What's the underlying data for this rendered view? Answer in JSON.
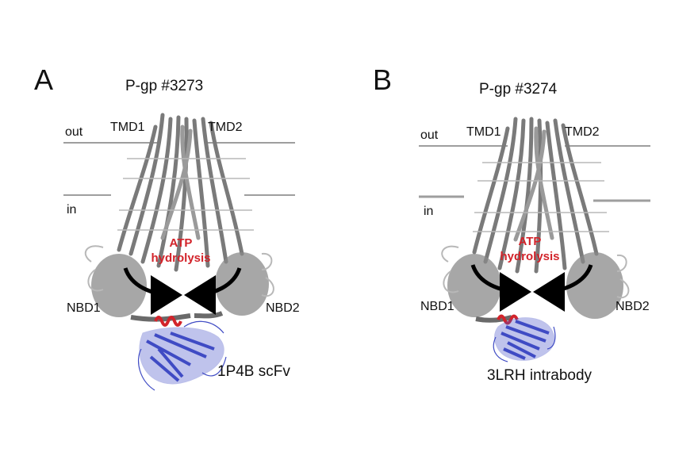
{
  "colors": {
    "protein": "#7a7a7a",
    "protein_light": "#b8b8b8",
    "membrane": "#9e9e9e",
    "antibody": "#3f4bc4",
    "helix_red": "#d2232a",
    "atp_text": "#d2232a",
    "arrow": "#000000"
  },
  "panels": [
    {
      "letter": "A",
      "title": "P-gp #3273",
      "out_label": "out",
      "in_label": "in",
      "tmd1": "TMD1",
      "tmd2": "TMD2",
      "atp_line1": "ATP",
      "atp_line2": "hydrolysis",
      "nbd1": "NBD1",
      "nbd2": "NBD2",
      "antibody_label": "1P4B scFv"
    },
    {
      "letter": "B",
      "title": "P-gp #3274",
      "out_label": "out",
      "in_label": "in",
      "tmd1": "TMD1",
      "tmd2": "TMD2",
      "atp_line1": "ATP",
      "atp_line2": "hydrolysis",
      "nbd1": "NBD1",
      "nbd2": "NBD2",
      "antibody_label": "3LRH intrabody"
    }
  ]
}
